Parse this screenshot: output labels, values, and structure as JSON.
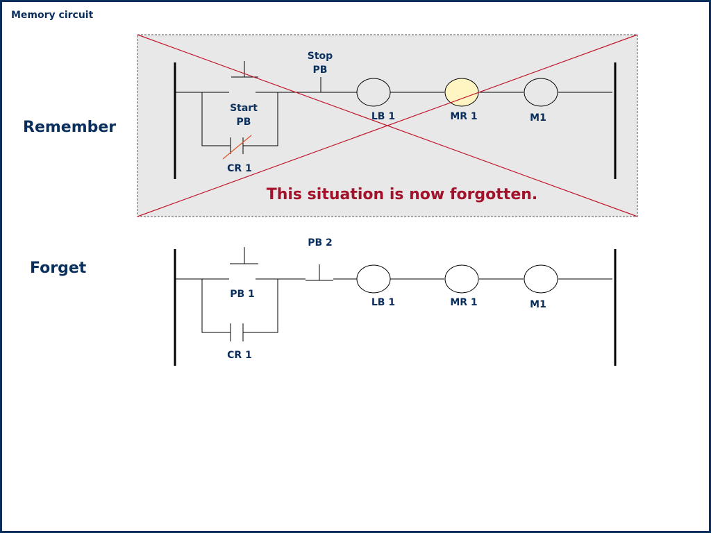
{
  "title": "Memory circuit",
  "remember": {
    "side_label": "Remember",
    "stop_pb": [
      "Stop",
      "PB"
    ],
    "start_pb": [
      "Start",
      "PB"
    ],
    "cr": "CR 1",
    "coils": [
      "LB 1",
      "MR 1",
      "M1"
    ],
    "note": "This situation is now forgotten."
  },
  "forget": {
    "side_label": "Forget",
    "pb2": "PB 2",
    "pb1": "PB 1",
    "cr": "CR 1",
    "coils": [
      "LB 1",
      "MR 1",
      "M1"
    ]
  },
  "colors": {
    "navy": "#0a2f5c",
    "cross_red": "#c0182d",
    "note_red": "#a3122b",
    "highlight": "#fff5c2",
    "panel_gray": "#e8e8e8"
  }
}
